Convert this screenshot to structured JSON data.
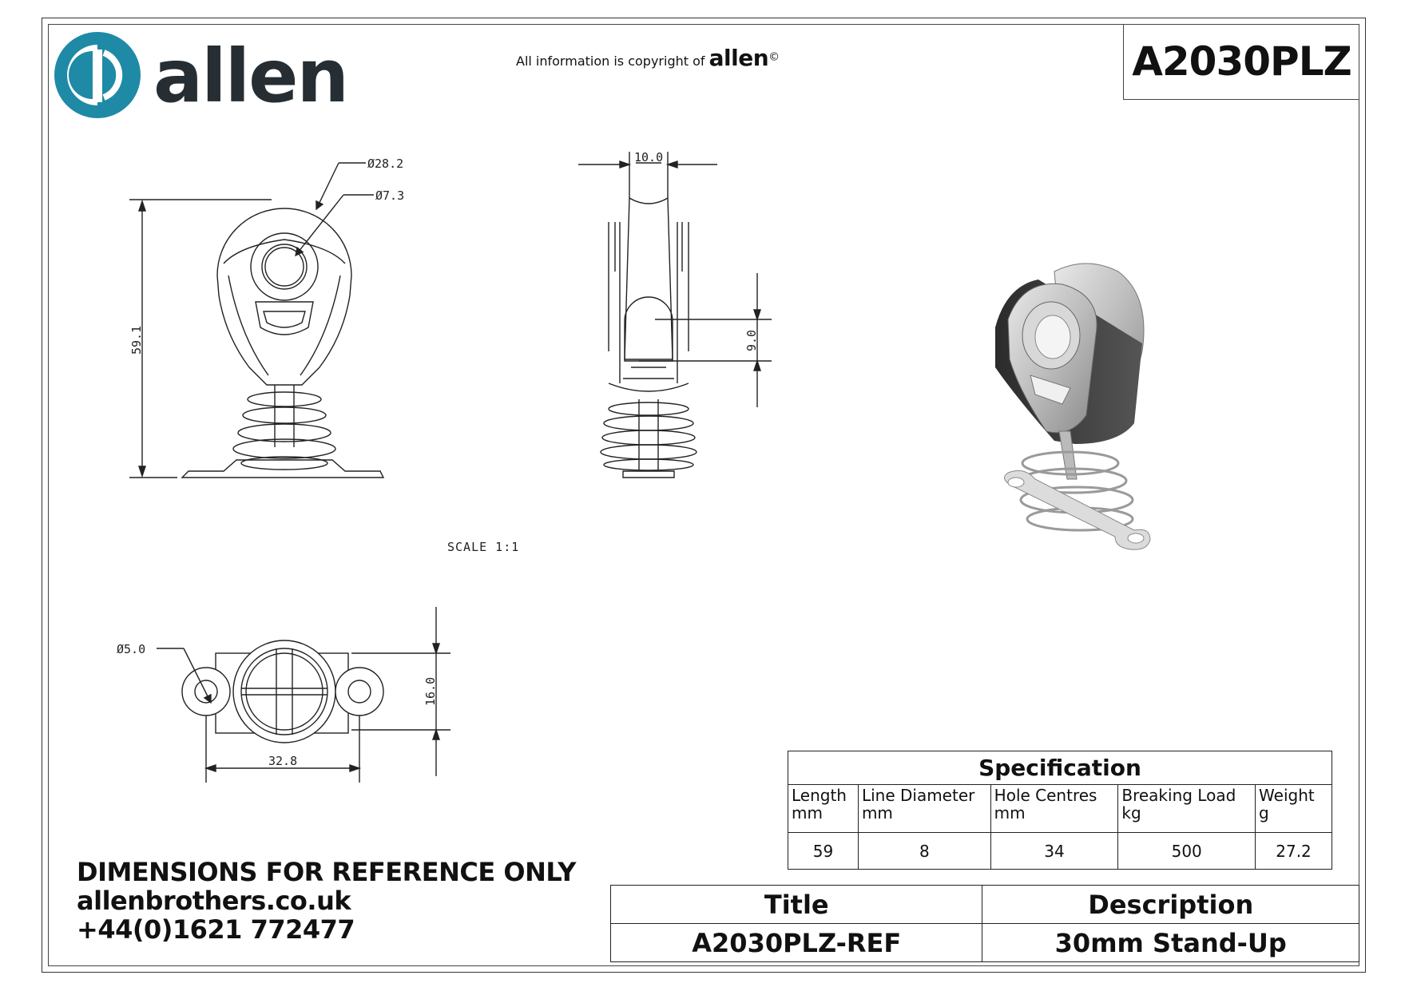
{
  "brand": {
    "logo_word": "allen",
    "logo_color": "#1e8aa6",
    "text_color": "#262e33"
  },
  "copyright": {
    "prefix": "All information is copyright of",
    "brand": "allen",
    "symbol": "©"
  },
  "part_number": "A2030PLZ",
  "dimensions": {
    "front_outer_dia": "Ø28.2",
    "front_hole_dia": "Ø7.3",
    "front_height": "59.1",
    "side_width": "10.0",
    "side_line": "9.0",
    "base_hole_dia": "Ø5.0",
    "base_depth": "16.0",
    "base_hole_centres": "32.8"
  },
  "scale_label": "SCALE 1:1",
  "specification": {
    "title": "Specification",
    "headers": [
      {
        "line1": "Length",
        "line2": "mm"
      },
      {
        "line1": "Line Diameter",
        "line2": "mm"
      },
      {
        "line1": "Hole Centres",
        "line2": "mm"
      },
      {
        "line1": "Breaking Load",
        "line2": "kg"
      },
      {
        "line1": "Weight",
        "line2": "g"
      }
    ],
    "values": [
      "59",
      "8",
      "34",
      "500",
      "27.2"
    ]
  },
  "notes": {
    "disclaimer": "DIMENSIONS FOR REFERENCE ONLY",
    "website": "allenbrothers.co.uk",
    "phone": "+44(0)1621 772477"
  },
  "title_block": {
    "title_label": "Title",
    "description_label": "Description",
    "title_value": "A2030PLZ-REF",
    "description_value": "30mm Stand-Up"
  }
}
